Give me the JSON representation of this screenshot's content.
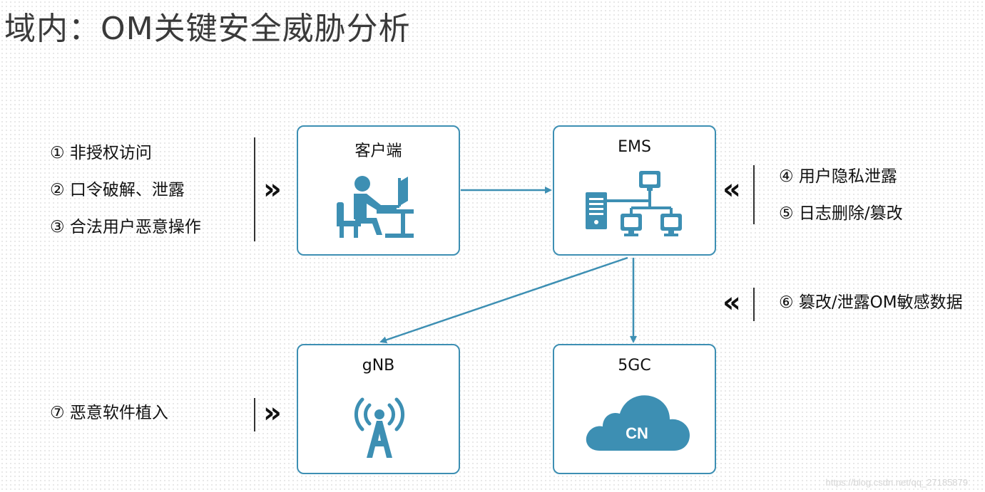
{
  "title": "域内：OM关键安全威胁分析",
  "nodes": {
    "client": {
      "label": "客户端",
      "icon": "desk-user-icon"
    },
    "ems": {
      "label": "EMS",
      "icon": "network-topology-icon"
    },
    "gnb": {
      "label": "gNB",
      "icon": "antenna-tower-icon"
    },
    "core": {
      "label": "5GC",
      "icon": "cloud-icon",
      "icon_text": "CN"
    }
  },
  "threats_left_top": [
    "① 非授权访问",
    "② 口令破解、泄露",
    "③ 合法用户恶意操作"
  ],
  "threats_right_top": [
    "④ 用户隐私泄露",
    "⑤ 日志删除/篡改"
  ],
  "threat_right_mid": "⑥ 篡改/泄露OM敏感数据",
  "threat_left_bottom": "⑦ 恶意软件植入",
  "chevrons": {
    "right": "»",
    "left": "«"
  },
  "colors": {
    "accent": "#3d8fb3",
    "icon": "#3d8fb3",
    "text": "#111111"
  },
  "watermark": "https://blog.csdn.net/qq_27185879"
}
